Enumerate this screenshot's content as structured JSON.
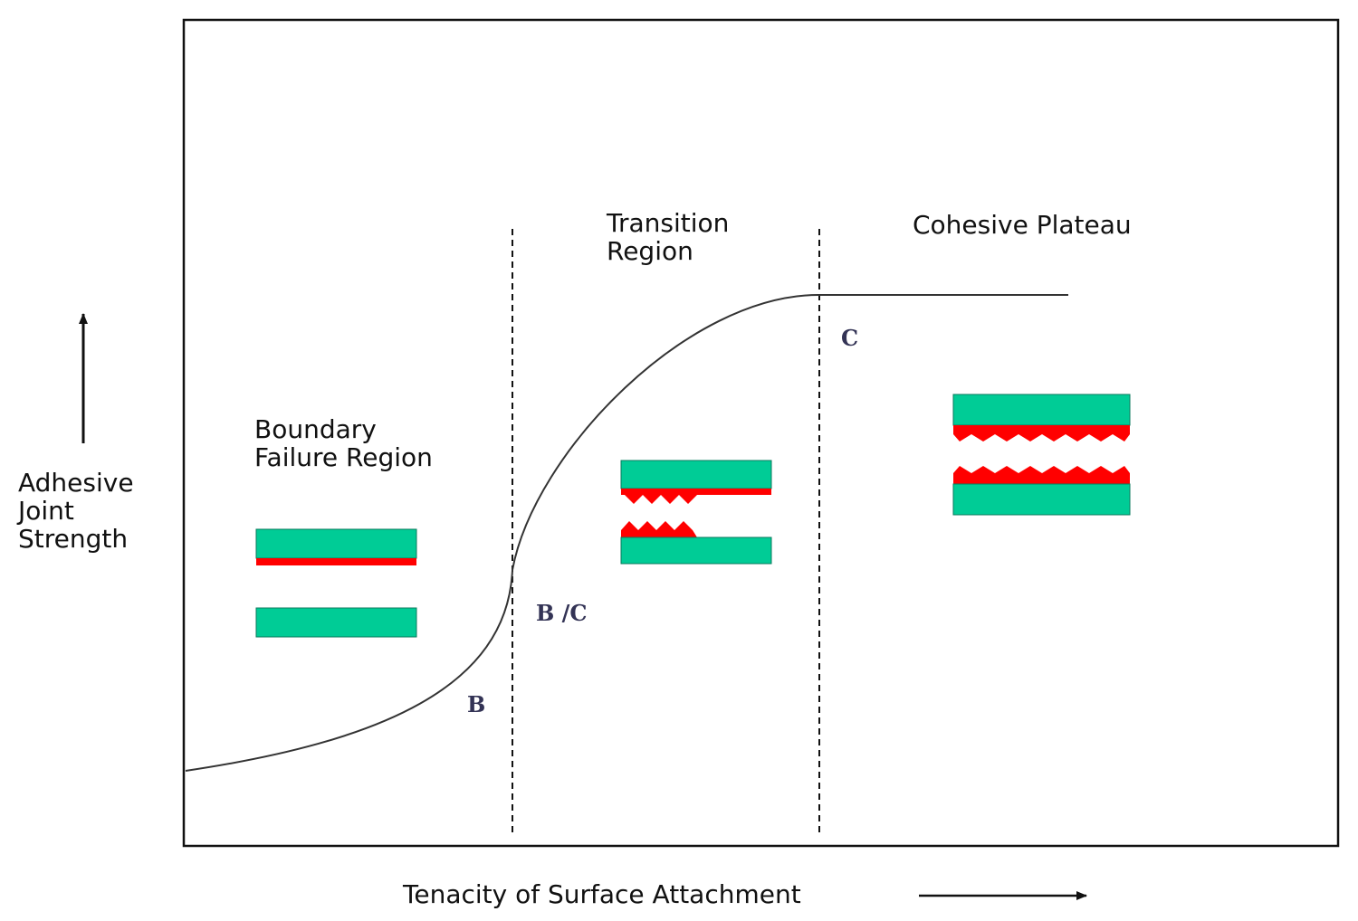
{
  "colors": {
    "adherend": "#00cc96",
    "adhesive": "#ff0000",
    "line": "#333333",
    "frame": "#111111"
  },
  "y_axis_label": [
    "Adhesive",
    "Joint",
    "Strength"
  ],
  "x_axis_label": "Tenacity of Surface Attachment",
  "regions": {
    "boundary": [
      "Boundary",
      "Failure Region"
    ],
    "transition": [
      "Transition",
      "Region"
    ],
    "cohesive": "Cohesive Plateau"
  },
  "points": {
    "b": "B",
    "bc": "B /C",
    "c": "C"
  }
}
